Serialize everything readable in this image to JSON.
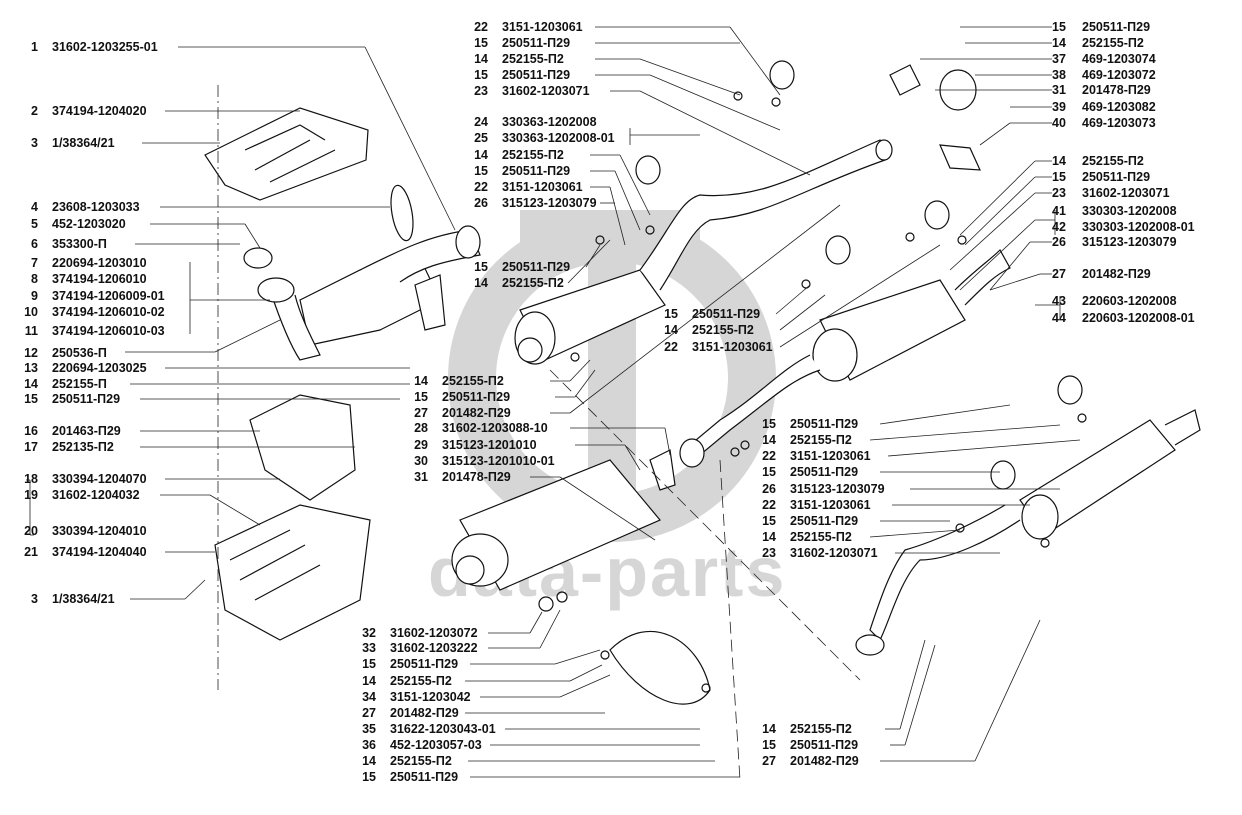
{
  "watermark": {
    "text": "data-parts",
    "logo": "dp-logo",
    "color": "#d4d4d4"
  },
  "left_column": [
    {
      "num": "1",
      "part": "31602-1203255-01"
    },
    {
      "num": "2",
      "part": "374194-1204020"
    },
    {
      "num": "3",
      "part": "1/38364/21"
    },
    {
      "num": "4",
      "part": "23608-1203033"
    },
    {
      "num": "5",
      "part": "452-1203020"
    },
    {
      "num": "6",
      "part": "353300-П"
    },
    {
      "num": "7",
      "part": "220694-1203010"
    },
    {
      "num": "8",
      "part": "374194-1206010"
    },
    {
      "num": "9",
      "part": "374194-1206009-01"
    },
    {
      "num": "10",
      "part": "374194-1206010-02"
    },
    {
      "num": "11",
      "part": "374194-1206010-03"
    },
    {
      "num": "12",
      "part": "250536-П"
    },
    {
      "num": "13",
      "part": "220694-1203025"
    },
    {
      "num": "14",
      "part": "252155-П"
    },
    {
      "num": "15",
      "part": "250511-П29"
    },
    {
      "num": "16",
      "part": "201463-П29"
    },
    {
      "num": "17",
      "part": "252135-П2"
    },
    {
      "num": "18",
      "part": "330394-1204070"
    },
    {
      "num": "19",
      "part": "31602-1204032"
    },
    {
      "num": "20",
      "part": "330394-1204010"
    },
    {
      "num": "21",
      "part": "374194-1204040"
    },
    {
      "num": "3",
      "part": "1/38364/21"
    }
  ],
  "top_center": [
    {
      "num": "22",
      "part": "3151-1203061"
    },
    {
      "num": "15",
      "part": "250511-П29"
    },
    {
      "num": "14",
      "part": "252155-П2"
    },
    {
      "num": "15",
      "part": "250511-П29"
    },
    {
      "num": "23",
      "part": "31602-1203071"
    },
    {
      "num": "24",
      "part": "330363-1202008"
    },
    {
      "num": "25",
      "part": "330363-1202008-01"
    },
    {
      "num": "14",
      "part": "252155-П2"
    },
    {
      "num": "15",
      "part": "250511-П29"
    },
    {
      "num": "22",
      "part": "3151-1203061"
    },
    {
      "num": "26",
      "part": "315123-1203079"
    }
  ],
  "front_muffler": [
    {
      "num": "15",
      "part": "250511-П29"
    },
    {
      "num": "14",
      "part": "252155-П2"
    }
  ],
  "mid_right": [
    {
      "num": "15",
      "part": "250511-П29"
    },
    {
      "num": "14",
      "part": "252155-П2"
    },
    {
      "num": "22",
      "part": "3151-1203061"
    }
  ],
  "center_column": [
    {
      "num": "14",
      "part": "252155-П2"
    },
    {
      "num": "15",
      "part": "250511-П29"
    },
    {
      "num": "27",
      "part": "201482-П29"
    },
    {
      "num": "28",
      "part": "31602-1203088-10"
    },
    {
      "num": "29",
      "part": "315123-1201010"
    },
    {
      "num": "30",
      "part": "315123-1201010-01"
    },
    {
      "num": "31",
      "part": "201478-П29"
    }
  ],
  "bottom_center": [
    {
      "num": "32",
      "part": "31602-1203072"
    },
    {
      "num": "33",
      "part": "31602-1203222"
    },
    {
      "num": "15",
      "part": "250511-П29"
    },
    {
      "num": "14",
      "part": "252155-П2"
    },
    {
      "num": "34",
      "part": "3151-1203042"
    },
    {
      "num": "27",
      "part": "201482-П29"
    },
    {
      "num": "35",
      "part": "31622-1203043-01"
    },
    {
      "num": "36",
      "part": "452-1203057-03"
    },
    {
      "num": "14",
      "part": "252155-П2"
    },
    {
      "num": "15",
      "part": "250511-П29"
    }
  ],
  "right_top": [
    {
      "num": "15",
      "part": "250511-П29"
    },
    {
      "num": "14",
      "part": "252155-П2"
    },
    {
      "num": "37",
      "part": "469-1203074"
    },
    {
      "num": "38",
      "part": "469-1203072"
    },
    {
      "num": "31",
      "part": "201478-П29"
    },
    {
      "num": "39",
      "part": "469-1203082"
    },
    {
      "num": "40",
      "part": "469-1203073"
    }
  ],
  "right_mid": [
    {
      "num": "14",
      "part": "252155-П2"
    },
    {
      "num": "15",
      "part": "250511-П29"
    },
    {
      "num": "23",
      "part": "31602-1203071"
    },
    {
      "num": "41",
      "part": "330303-1202008"
    },
    {
      "num": "42",
      "part": "330303-1202008-01"
    },
    {
      "num": "26",
      "part": "315123-1203079"
    },
    {
      "num": "27",
      "part": "201482-П29"
    },
    {
      "num": "43",
      "part": "220603-1202008"
    },
    {
      "num": "44",
      "part": "220603-1202008-01"
    }
  ],
  "rear_column": [
    {
      "num": "15",
      "part": "250511-П29"
    },
    {
      "num": "14",
      "part": "252155-П2"
    },
    {
      "num": "22",
      "part": "3151-1203061"
    },
    {
      "num": "15",
      "part": "250511-П29"
    },
    {
      "num": "26",
      "part": "315123-1203079"
    },
    {
      "num": "22",
      "part": "3151-1203061"
    },
    {
      "num": "15",
      "part": "250511-П29"
    },
    {
      "num": "14",
      "part": "252155-П2"
    },
    {
      "num": "23",
      "part": "31602-1203071"
    }
  ],
  "bottom_right": [
    {
      "num": "14",
      "part": "252155-П2"
    },
    {
      "num": "15",
      "part": "250511-П29"
    },
    {
      "num": "27",
      "part": "201482-П29"
    }
  ]
}
